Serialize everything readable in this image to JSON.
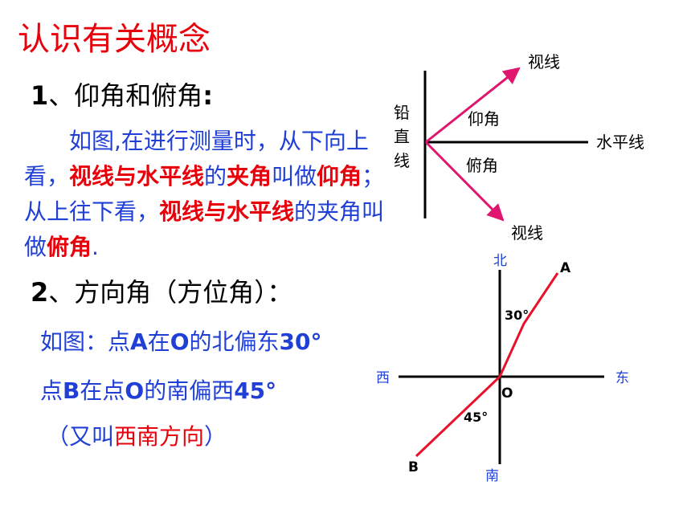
{
  "title": "认识有关概念",
  "section1": {
    "number": "1",
    "sep": "、",
    "heading": "仰角和俯角",
    "colon": ":",
    "para": {
      "p1": "如图,在进行测量时，从下向上看，",
      "r1": "视线与水平线",
      "p2": "的",
      "r2": "夹角",
      "p3": "叫做",
      "r3": "仰角",
      "p4": "；从上往下看，",
      "r4": "视线与水平线",
      "p5": "的夹角叫做",
      "r5": "俯角",
      "p6": "."
    }
  },
  "section2": {
    "number": "2",
    "sep": "、",
    "heading": "方向角（方位角）：",
    "ex1": {
      "a": "如图：点",
      "b": "A",
      "c": "在",
      "d": "O",
      "e": "的北偏东",
      "f": "30°"
    },
    "ex2": {
      "a": "点",
      "b": "B",
      "c": "在点",
      "d": "O",
      "e": "的南偏西",
      "f": "45°"
    },
    "ex3": {
      "a": "（又叫",
      "b": "西南方向",
      "c": "）"
    }
  },
  "diagram1": {
    "vertical_label": [
      "铅",
      "直",
      "线"
    ],
    "sight_top": "视线",
    "elevation": "仰角",
    "horizontal": "水平线",
    "depression": "俯角",
    "sight_bottom": "视线"
  },
  "diagram2": {
    "north": "北",
    "south": "南",
    "west": "西",
    "east": "东",
    "origin": "O",
    "point_a": "A",
    "point_b": "B",
    "angle_a": "30°",
    "angle_b": "45°"
  },
  "colors": {
    "title_red": "#e8000b",
    "body_blue": "#1f3fd6",
    "line_red": "#e8102a",
    "arrow_magenta": "#e0166e"
  }
}
